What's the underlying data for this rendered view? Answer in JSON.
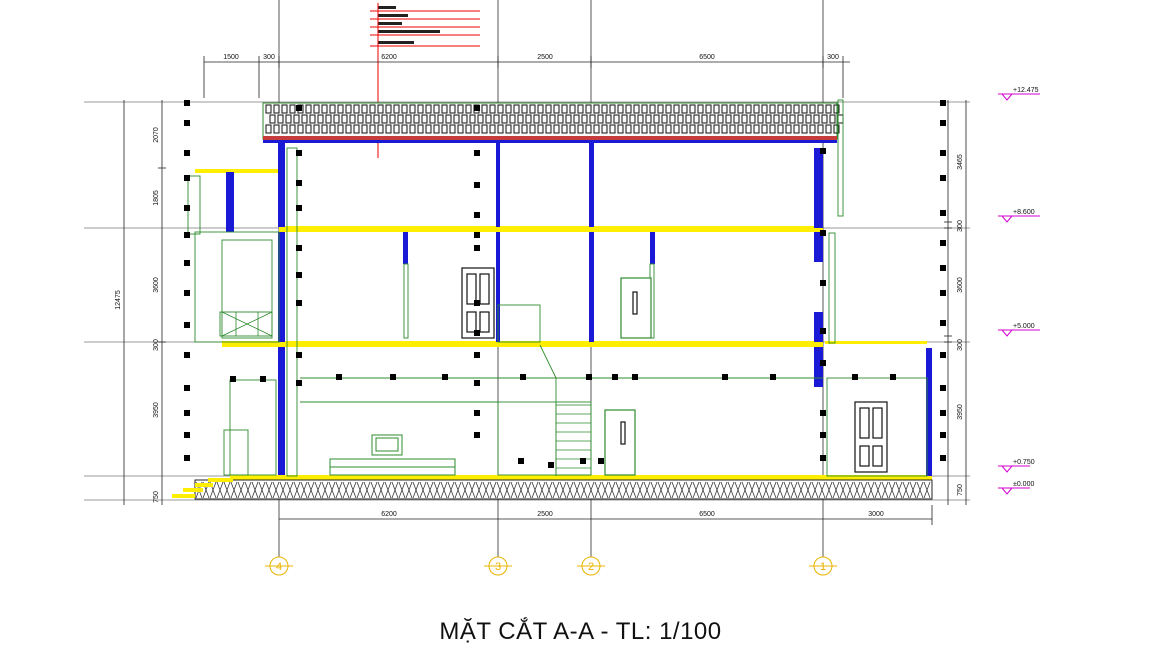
{
  "title": "MẶT CẮT A-A - TL: 1/100",
  "top_dims": [
    "1500",
    "300",
    "6200",
    "2500",
    "6500",
    "300"
  ],
  "bottom_dims": [
    "6200",
    "2500",
    "6500",
    "3000"
  ],
  "left_dims": [
    "2070",
    "1805",
    "3600",
    "300",
    "3950",
    "750"
  ],
  "left_total": "12475",
  "right_dims": [
    "3465",
    "300",
    "3600",
    "300",
    "3950",
    "750"
  ],
  "levels": [
    "+12.475",
    "+8.600",
    "+5.000",
    "+0.750",
    "±0.000"
  ],
  "axes": [
    "4",
    "3",
    "2",
    "1"
  ],
  "colors": {
    "wall": "#1a1ad6",
    "slab": "#ffee00",
    "line": "#2e8b2e",
    "dim": "#111111",
    "axis": "#e8b400",
    "level": "#d000d0"
  }
}
